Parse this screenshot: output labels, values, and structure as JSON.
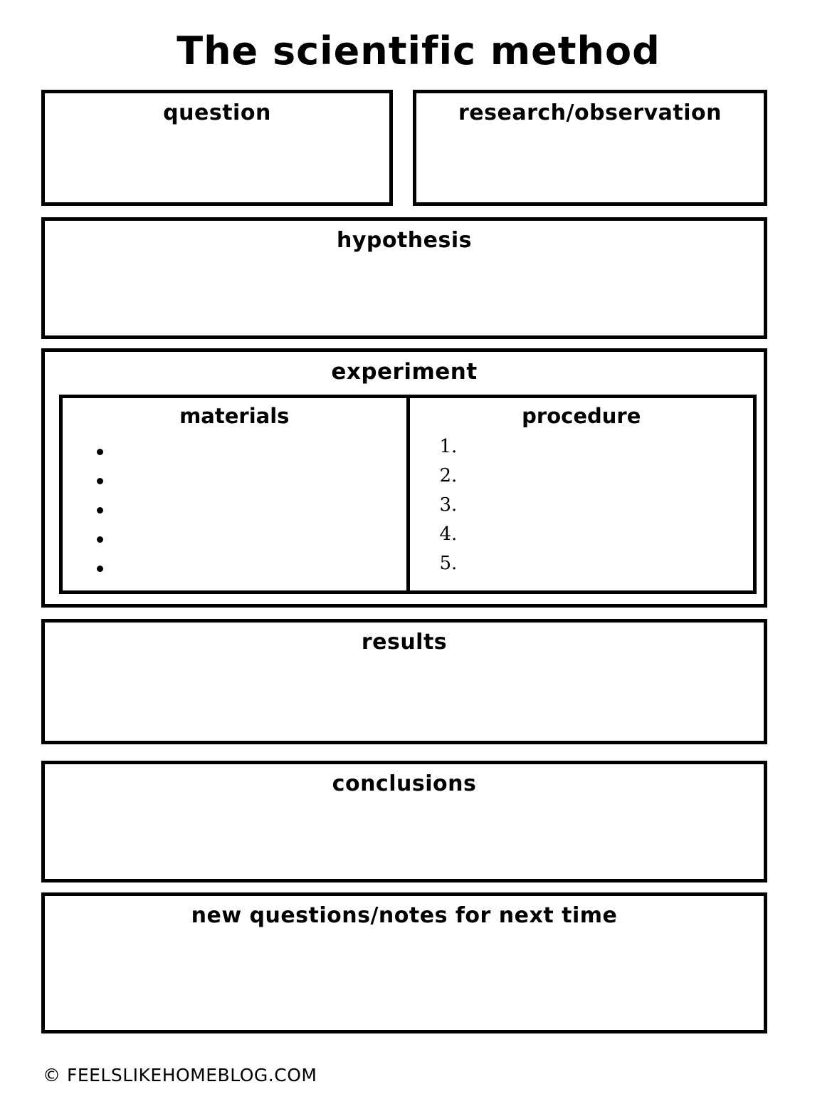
{
  "document": {
    "title": "The scientific method",
    "footer": "© FEELSLIKEHOMEBLOG.COM"
  },
  "sections": {
    "question": {
      "title": "question",
      "value": ""
    },
    "research": {
      "title": "research/observation",
      "value": ""
    },
    "hypothesis": {
      "title": "hypothesis",
      "value": ""
    },
    "experiment": {
      "title": "experiment",
      "materials": {
        "title": "materials",
        "items": [
          "",
          "",
          "",
          "",
          ""
        ]
      },
      "procedure": {
        "title": "procedure",
        "items": [
          "1.",
          "2.",
          "3.",
          "4.",
          "5."
        ]
      }
    },
    "results": {
      "title": "results",
      "value": ""
    },
    "conclusions": {
      "title": "conclusions",
      "value": ""
    },
    "new_questions": {
      "title": "new questions/notes for next time",
      "value": ""
    }
  }
}
